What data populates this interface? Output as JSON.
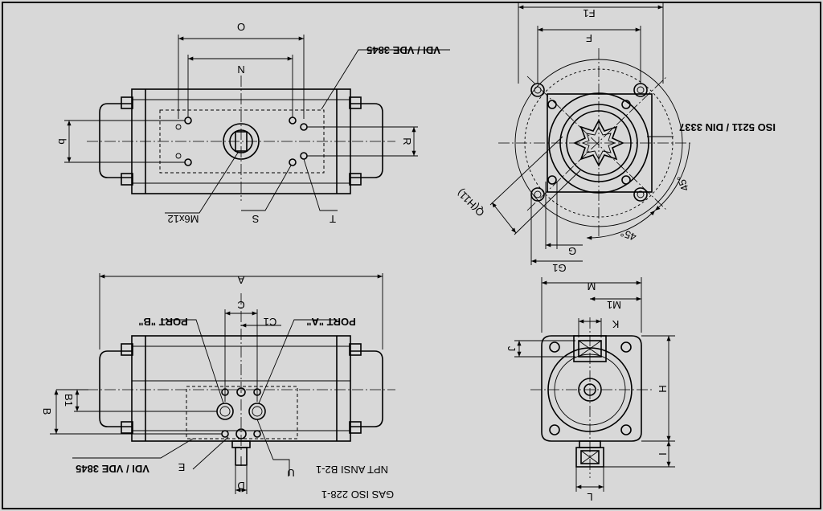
{
  "labels": {
    "top_view": {
      "O": "O",
      "N": "N",
      "b": "b",
      "R": "R",
      "vdi": "VDI / VDE 3845",
      "m6x12": "M6x12",
      "S": "S",
      "T": "T"
    },
    "end_view": {
      "F1": "F1",
      "F": "F",
      "iso": "ISO 5211 / DIN 3337",
      "Q": "Q(H11)",
      "G": "G",
      "G1": "G1",
      "angle1": "45°",
      "angle2": "45°"
    },
    "front_view": {
      "A": "A",
      "C": "C",
      "C1": "C1",
      "port_b": "PORT \"B\"",
      "port_a": "PORT \"A\"",
      "B": "B",
      "B1": "B1",
      "vdi": "VDI / VDE 3845",
      "E": "E",
      "U": "U",
      "npt": "NPT ANSI B2-1",
      "gas": "GAS ISO 228-1",
      "D": "D"
    },
    "side_view": {
      "M": "M",
      "M1": "M1",
      "K": "K",
      "J": "J",
      "H": "H",
      "I": "I",
      "L": "L"
    }
  },
  "colors": {
    "background": "#d8d8d8",
    "line": "#000000"
  }
}
